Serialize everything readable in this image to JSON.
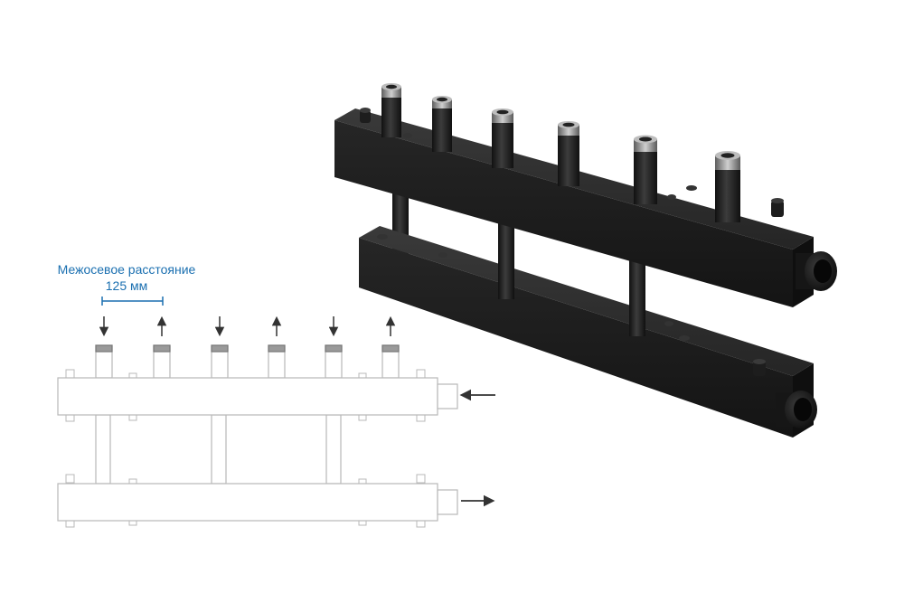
{
  "dimension": {
    "caption": "Межосевое расстояние",
    "value": "125 мм"
  },
  "colors": {
    "accent": "#1a6fb0",
    "outline": "#b8b8b8",
    "arrow": "#333333",
    "manifold_body": "#1c1c1c",
    "thread": "#8a8a8a"
  },
  "schematic": {
    "outlet_count": 6,
    "flow_directions": [
      "down",
      "up",
      "down",
      "up",
      "down",
      "up"
    ],
    "inlet_arrow": "left",
    "outlet_arrow": "right"
  },
  "render": {
    "outlet_count": 6,
    "tie_rods": 3
  }
}
